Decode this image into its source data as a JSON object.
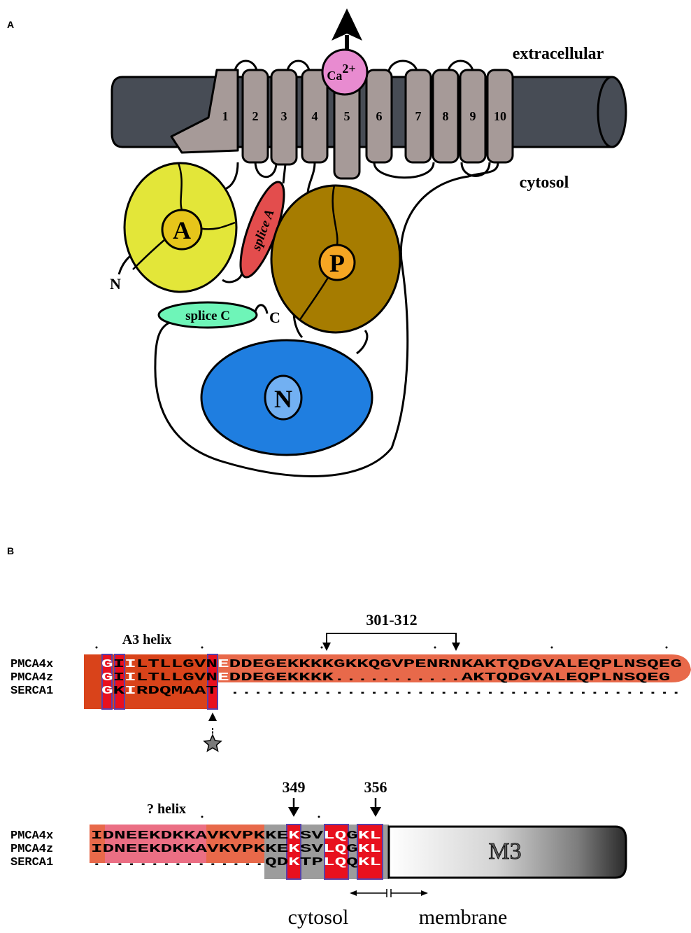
{
  "panel_a": {
    "label": "A",
    "extracellular": "extracellular",
    "cytosol": "cytosol",
    "ion": "Ca",
    "ion_charge": "2+",
    "helices": [
      "1",
      "2",
      "3",
      "4",
      "5",
      "6",
      "7",
      "8",
      "9",
      "10"
    ],
    "domain_a": "A",
    "domain_p": "P",
    "domain_n": "N",
    "splice_a": "splice A",
    "splice_c": "splice C",
    "n_term": "N",
    "c_term": "C",
    "colors": {
      "membrane": "#474c55",
      "helix": "#a69a98",
      "calcium": "#e88bd0",
      "a_domain": "#e3e639",
      "a_core": "#e6c51a",
      "p_domain": "#a67c00",
      "p_core": "#f5a623",
      "n_domain": "#1f7ee0",
      "n_core": "#72b0f2",
      "splice_a": "#e34d4d",
      "splice_c": "#6ef5b8"
    }
  },
  "panel_b": {
    "label": "B",
    "range_label": "301-312",
    "a3_label": "A3 helix",
    "q_helix_label": "? helix",
    "res_349": "349",
    "res_356": "356",
    "rows1": [
      {
        "name": "PMCA4x",
        "seq": "GIILTLLGVNEDDEGEKKKKGKKQGVPENRNKAKTQDGVALEQPLNSQEG"
      },
      {
        "name": "PMCA4z",
        "seq": "GIILTLLGVNEDDEGEKKKK...........AKTQDGVALEQPLNSQEG"
      },
      {
        "name": "SERCA1",
        "seq": "GKIRDQMAATE......................................."
      }
    ],
    "rows2": [
      {
        "name": "PMCA4x",
        "seq": "IDNEEKDKKAVKVPKKEKSVLQGKL"
      },
      {
        "name": "PMCA4z",
        "seq": "IDNEEKDKKAVKVPKKEKSVLQGKL"
      },
      {
        "name": "SERCA1",
        "seq": "...............QDKTPLQQKL"
      }
    ],
    "m3_label": "M3",
    "cytosol": "cytosol",
    "membrane": "membrane",
    "colors": {
      "block1_dark": "#d9431a",
      "block1_light": "#e8694a",
      "block2_left": "#e8694a",
      "block2_pink": "#eb6f84",
      "grey": "#9c9c9c",
      "highlight": "#e8101e",
      "box_border": "#5a3fa8"
    }
  }
}
